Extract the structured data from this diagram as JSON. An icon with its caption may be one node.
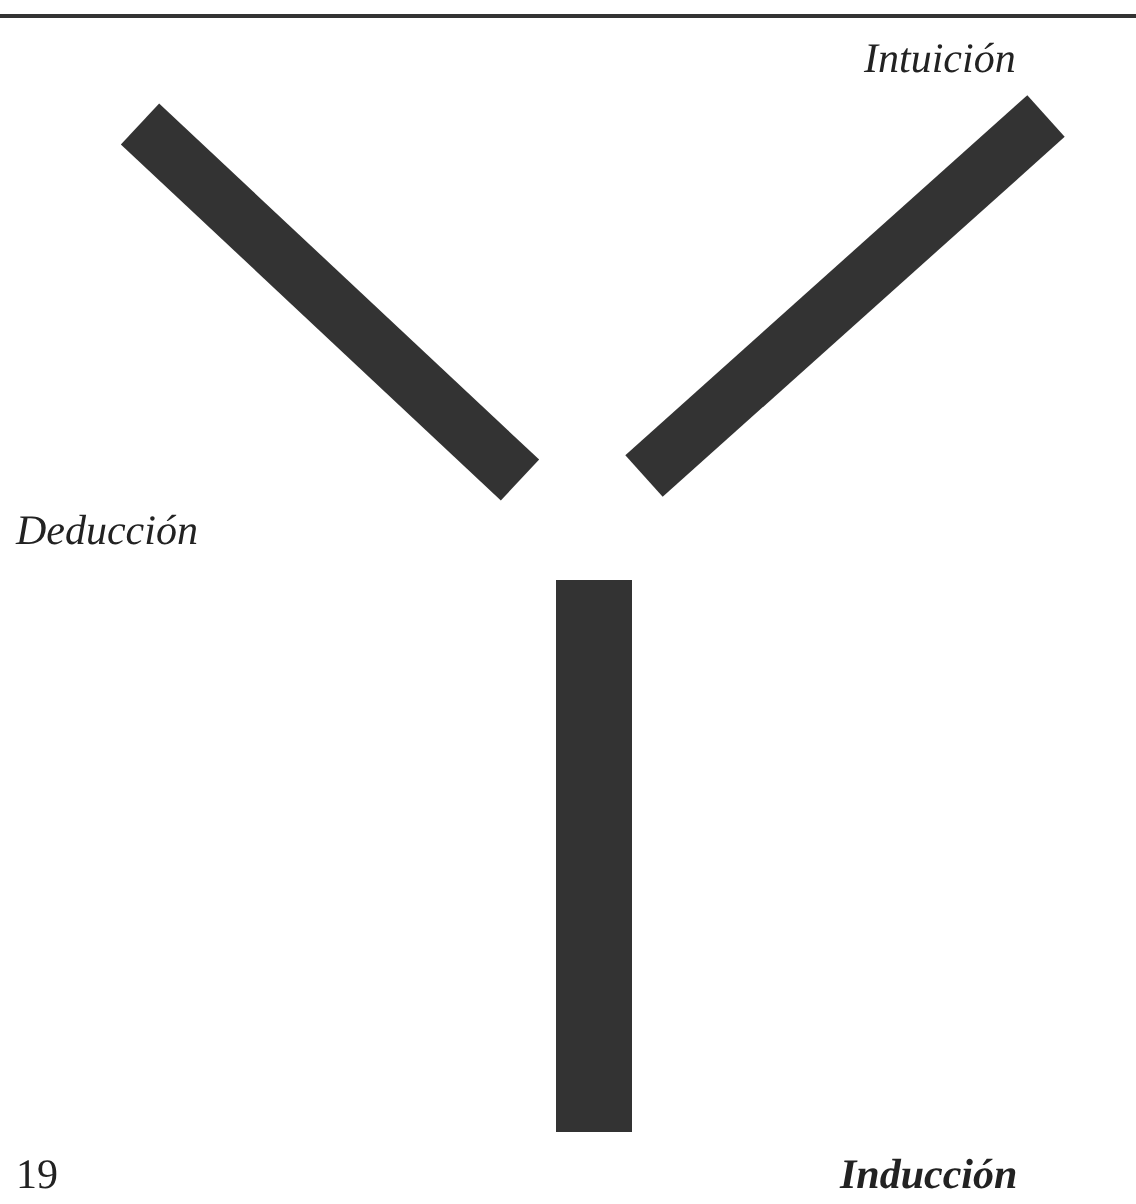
{
  "diagram": {
    "nodes": [
      {
        "text": [],
        "shape": "bar"
      },
      {
        "text": [],
        "shape": "bar"
      },
      {
        "text": [],
        "shape": "bar"
      }
    ],
    "labels": [
      "Intuición",
      "Deducción",
      "19",
      "Inducción"
    ]
  }
}
